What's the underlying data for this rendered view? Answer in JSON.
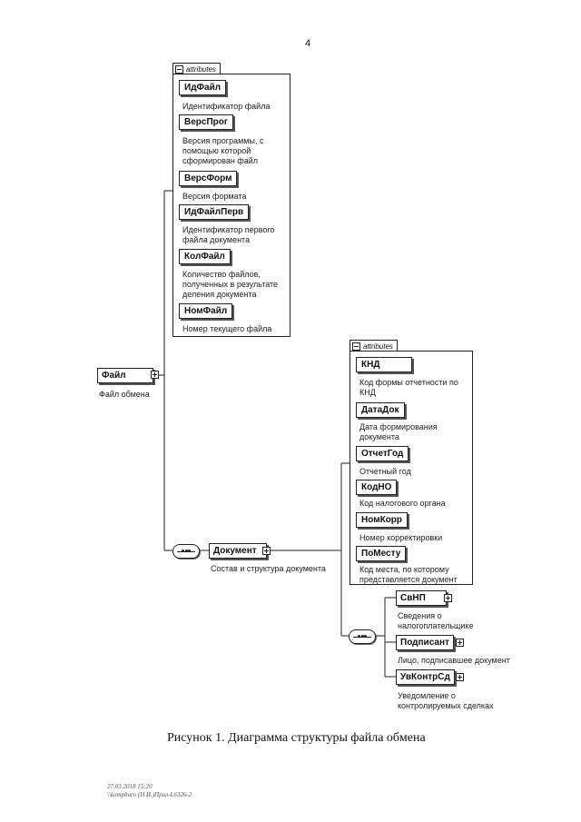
{
  "page_number": "4",
  "attributes_label": "attributes",
  "file_attributes": [
    {
      "name": "ИдФайл",
      "desc": [
        "Идентификатор файла"
      ]
    },
    {
      "name": "ВерсПрог",
      "desc": [
        "Версия программы, с",
        "помощью которой",
        "сформирован файл"
      ]
    },
    {
      "name": "ВерсФорм",
      "desc": [
        "Версия формата"
      ]
    },
    {
      "name": "ИдФайлПерв",
      "desc": [
        "Идентификатор первого",
        "файла документа"
      ]
    },
    {
      "name": "КолФайл",
      "desc": [
        "Количество файлов,",
        "полученных в результате",
        "деления документа"
      ]
    },
    {
      "name": "НомФайл",
      "desc": [
        "Номер текущего файла"
      ]
    }
  ],
  "root_element": {
    "name": "Файл",
    "desc": "Файл обмена"
  },
  "document_element": {
    "name": "Документ",
    "desc": "Состав и структура документа"
  },
  "document_attributes": [
    {
      "name": "КНД",
      "desc": [
        "Код формы отчетности по",
        "КНД"
      ]
    },
    {
      "name": "ДатаДок",
      "desc": [
        "Дата формирования",
        "документа"
      ]
    },
    {
      "name": "ОтчетГод",
      "desc": [
        "Отчетный год"
      ]
    },
    {
      "name": "КодНО",
      "desc": [
        "Код налогового органа"
      ]
    },
    {
      "name": "НомКорр",
      "desc": [
        "Номер корректировки"
      ]
    },
    {
      "name": "ПоМесту",
      "desc": [
        "Код места, по которому",
        "представляется документ"
      ]
    }
  ],
  "document_children": [
    {
      "name": "СвНП",
      "desc": [
        "Сведения о",
        "налогоплательщике"
      ]
    },
    {
      "name": "Подписант",
      "desc": [
        "Лицо, подписавшее документ"
      ]
    },
    {
      "name": "УвКонтрСд",
      "desc": [
        "Уведомление о",
        "контролируемых сделках"
      ]
    }
  ],
  "caption": "Рисунок 1. Диаграмма структуры файла обмена",
  "footer": [
    "27.03.2018 15:20",
    "\\\\kompburo (Н.И.)Прил-L6326-2"
  ]
}
